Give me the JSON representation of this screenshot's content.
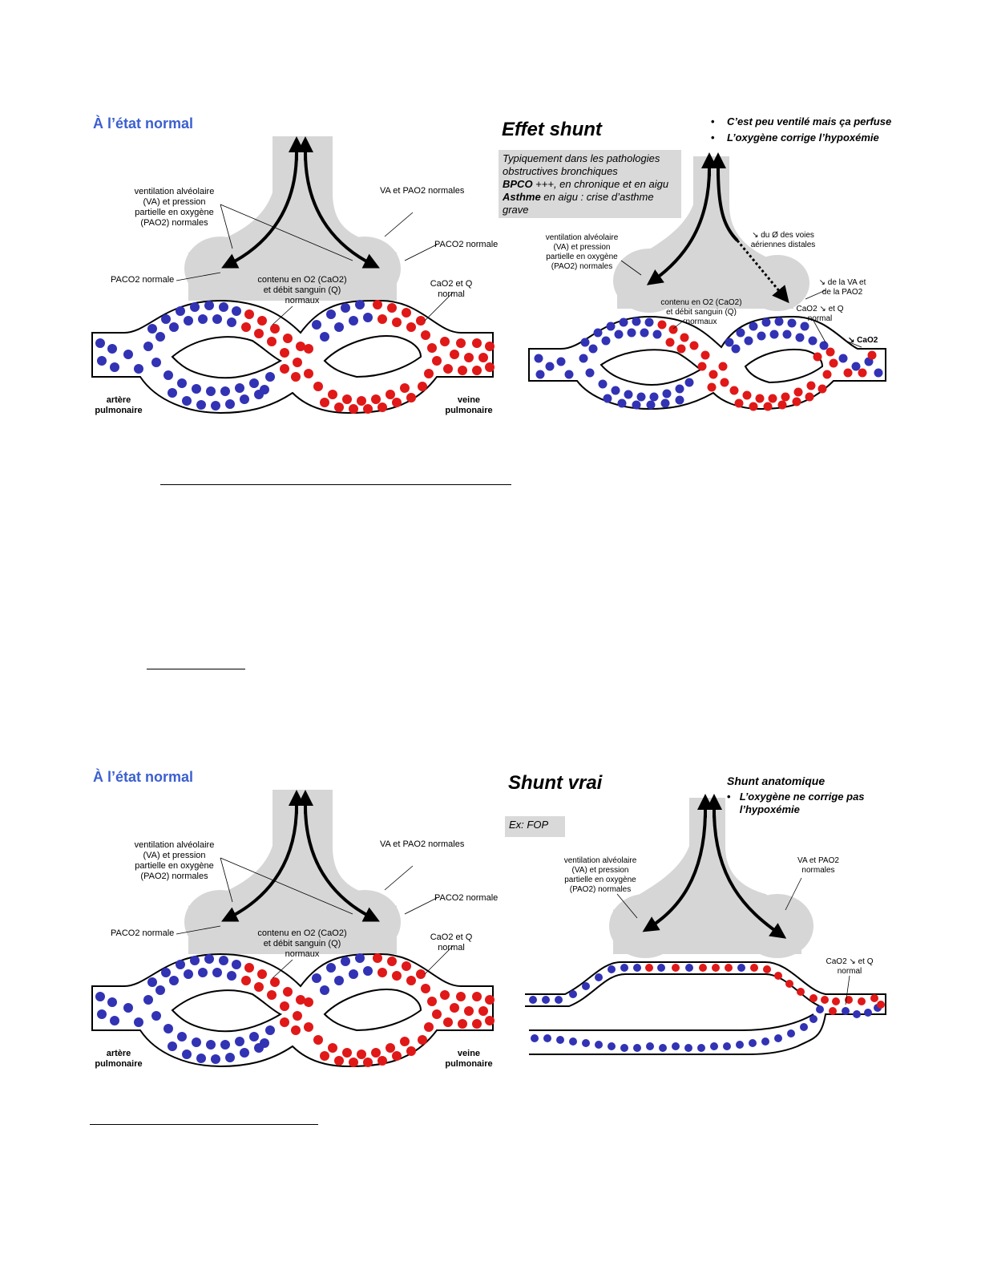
{
  "panel1": {
    "title": "À l’état normal",
    "label_ventilation": "ventilation alvéolaire (VA) et pression partielle en oxygène (PAO2) normales",
    "label_va_pao2": "VA et PAO2 normales",
    "label_paco2_left": "PACO2 normale",
    "label_paco2_right": "PACO2 normale",
    "label_contenu": "contenu en O2 (CaO2) et débit sanguin (Q) normaux",
    "label_cao2_q": "CaO2 et Q normal",
    "label_artere": "artère pulmonaire",
    "label_veine": "veine pulmonaire"
  },
  "panel2": {
    "title": "Effet shunt",
    "bullet1": "C’est peu ventilé mais ça perfuse",
    "bullet2": "L’oxygène corrige l’hypoxémie",
    "box_line1": "Typiquement dans les pathologies obstructives bronchiques",
    "box_line2_bold": "BPCO",
    "box_line2_rest": " +++, en chronique et en aigu",
    "box_line3_bold": "Asthme",
    "box_line3_rest": " en aigu : crise d’asthme grave",
    "label_ventilation": "ventilation alvéolaire (VA) et pression partielle en oxygène (PAO2) normales",
    "label_voies": "↘ du Ø des voies aériennes distales",
    "label_va_pao2_down": "↘ de la VA et de la PAO2",
    "label_contenu": "contenu en O2 (CaO2) et débit sanguin (Q) normaux",
    "label_cao2_down": "CaO2 ↘ et Q normal",
    "label_cao2": "↘ CaO2"
  },
  "panel3": {
    "title": "À l’état normal",
    "label_ventilation": "ventilation alvéolaire (VA) et pression partielle en oxygène (PAO2) normales",
    "label_va_pao2": "VA et PAO2 normales",
    "label_paco2_left": "PACO2 normale",
    "label_paco2_right": "PACO2 normale",
    "label_contenu": "contenu en O2 (CaO2) et débit sanguin (Q) normaux",
    "label_cao2_q": "CaO2 et Q normal",
    "label_artere": "artère pulmonaire",
    "label_veine": "veine pulmonaire"
  },
  "panel4": {
    "title": "Shunt vrai",
    "subtitle": "Shunt anatomique",
    "bullet1": "L’oxygène ne corrige pas l’hypoxémie",
    "box": "Ex: FOP",
    "label_ventilation": "ventilation alvéolaire (VA) et pression partielle en oxygène (PAO2) normales",
    "label_va_pao2": "VA et PAO2 normales",
    "label_cao2_down": "CaO2 ↘ et Q normal"
  },
  "colors": {
    "blue_blood": "#3232b4",
    "red_blood": "#e01818",
    "gray_airway": "#d6d6d6",
    "title_blue": "#3b5fd0"
  }
}
